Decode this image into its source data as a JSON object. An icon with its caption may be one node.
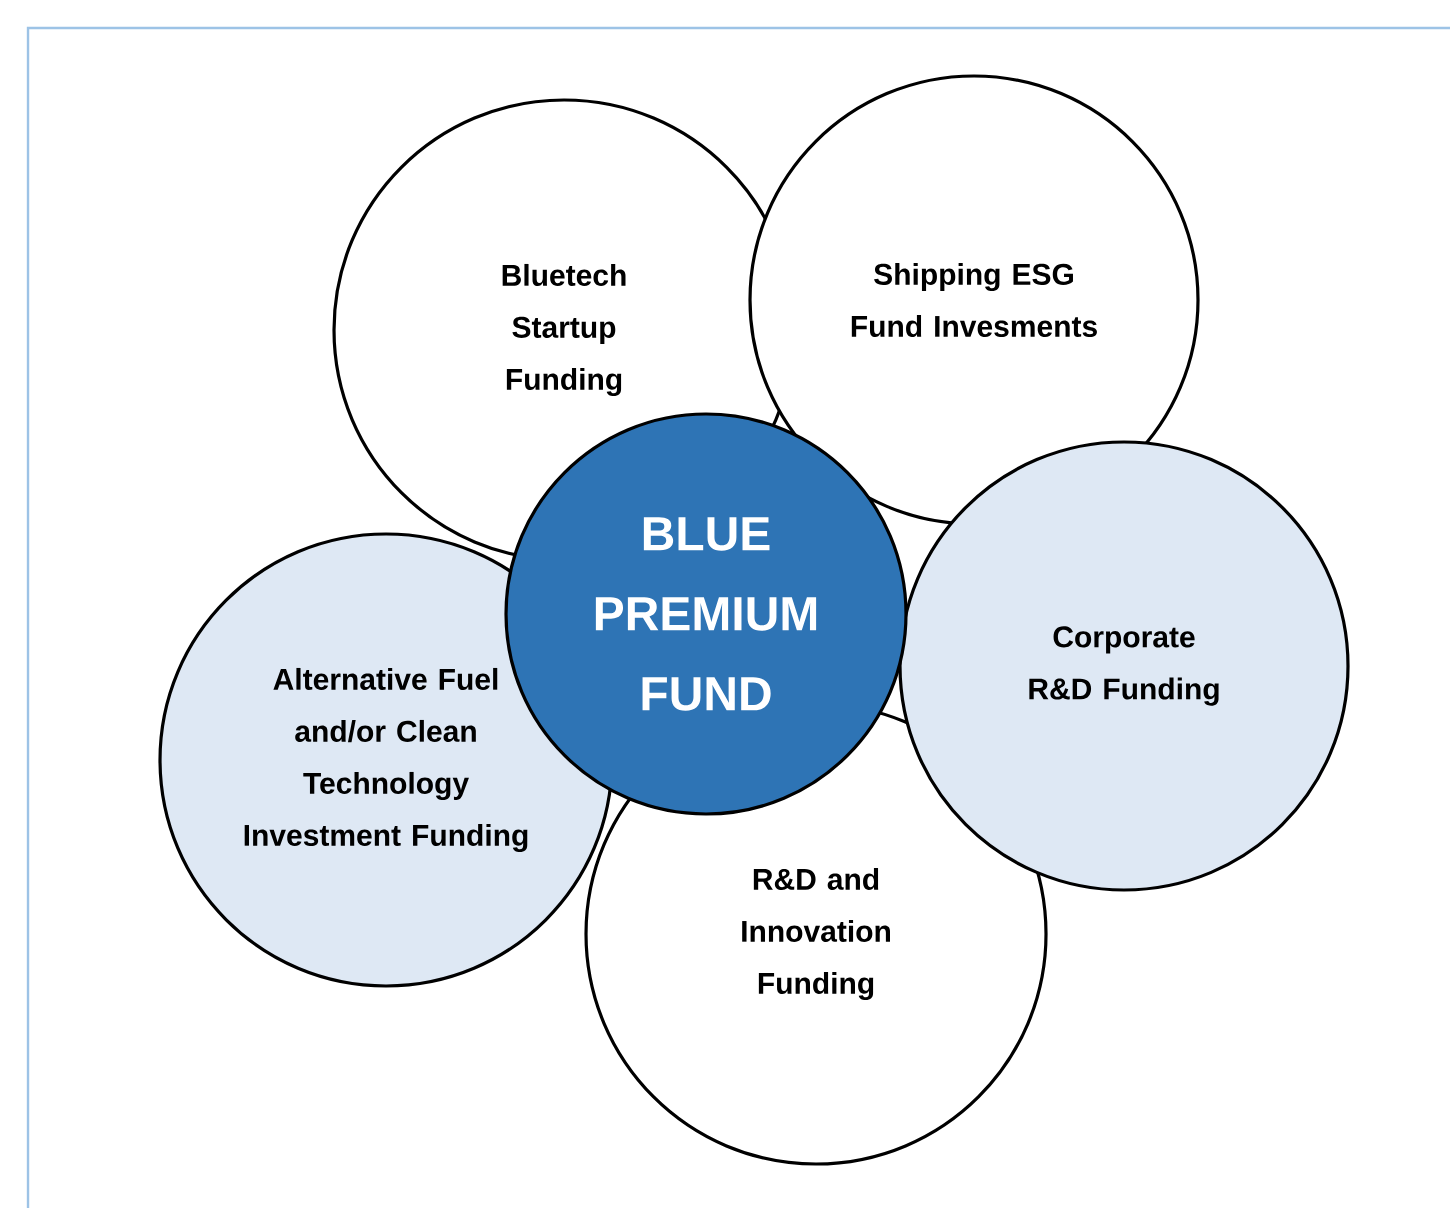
{
  "diagram": {
    "nodes": [
      {
        "text": [
          "Bluetech Startup Funding"
        ]
      },
      {
        "text": [
          "Shipping ESG Fund Invesments"
        ]
      },
      {
        "text": [
          "BLUE PREMIUM FUND"
        ]
      },
      {
        "text": [
          "Corporate R&D Funding"
        ]
      },
      {
        "text": [
          "Alternative Fuel and/or Clean Technology Investment Funding"
        ]
      },
      {
        "text": [
          "R&D and Innovation Funding"
        ]
      }
    ]
  }
}
